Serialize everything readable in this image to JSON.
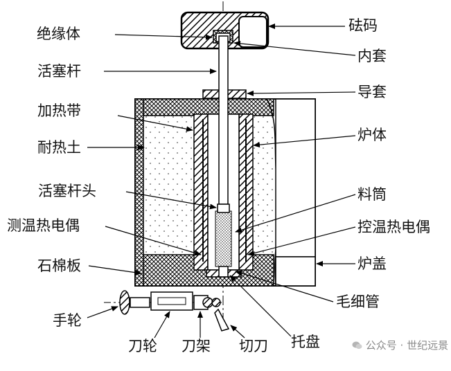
{
  "labels": {
    "weight": "砝码",
    "insulator": "绝缘体",
    "inner_sleeve": "内套",
    "piston_rod": "活塞杆",
    "guide_sleeve": "导套",
    "heating_band": "加热带",
    "furnace_body": "炉体",
    "refractory_clay": "耐热土",
    "piston_head": "活塞杆头",
    "barrel": "料筒",
    "temp_thermocouple": "测温热电偶",
    "control_thermocouple": "控温热电偶",
    "asbestos_board": "石棉板",
    "furnace_cover": "炉盖",
    "capillary": "毛细管",
    "handwheel": "手轮",
    "cutter_wheel": "刀轮",
    "cutter_frame": "刀架",
    "cutter": "切刀",
    "tray": "托盘"
  },
  "watermark": {
    "icon": "wechat-icon",
    "text": "公众号 · 世纪远景"
  }
}
